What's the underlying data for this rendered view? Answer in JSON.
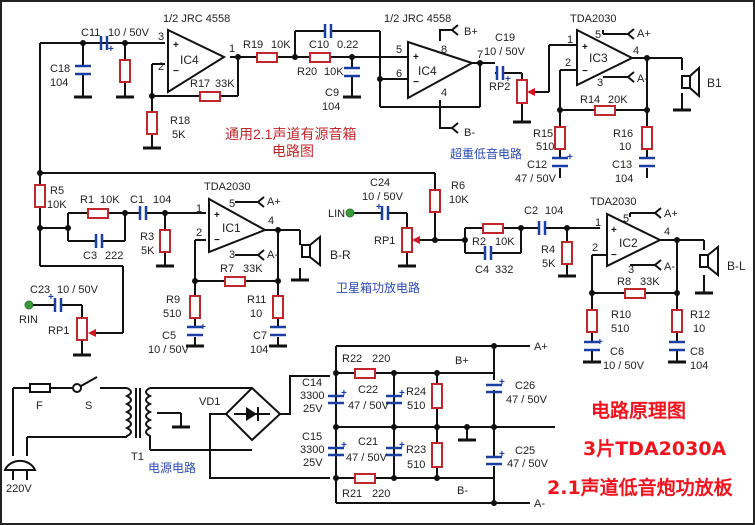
{
  "frame": {
    "border_color": "#222222",
    "background": "#ffffff"
  },
  "colors": {
    "wire": "#111111",
    "resistor": "#c0272d",
    "capacitor": "#1a3fa0",
    "annotation_red": "#c0272d",
    "annotation_blue": "#2b4bb0",
    "title_red": "#f0141e",
    "input_terminal": "#3a9a3a"
  },
  "title": {
    "line1": "电路原理图",
    "line2": "3片TDA2030A",
    "line3": "2.1声道低音炮功放板"
  },
  "section_labels": {
    "general": "通用2.1声道有源音箱",
    "general_line2": "电路图",
    "subwoofer": "超重低音电路",
    "satellite": "卫星箱功放电路",
    "power": "电源电路"
  },
  "ics": {
    "ic4a": {
      "name": "IC4",
      "part": "1/2 JRC 4558",
      "pins": [
        "3",
        "2",
        "1"
      ]
    },
    "ic4b": {
      "name": "IC4",
      "part": "1/2 JRC 4558",
      "pins": [
        "5",
        "6",
        "7",
        "8",
        "4"
      ]
    },
    "ic3": {
      "name": "IC3",
      "part": "TDA2030",
      "pins": [
        "1",
        "2",
        "4",
        "5",
        "3"
      ]
    },
    "ic1": {
      "name": "IC1",
      "part": "TDA2030",
      "pins": [
        "1",
        "2",
        "4",
        "5",
        "3"
      ]
    },
    "ic2": {
      "name": "IC2",
      "part": "TDA2030",
      "pins": [
        "1",
        "2",
        "4",
        "5",
        "3"
      ]
    }
  },
  "rails": {
    "a_plus": "A+",
    "a_minus": "A-",
    "b_plus": "B+",
    "b_minus": "B-"
  },
  "components": {
    "C11": {
      "ref": "C11",
      "value": "10 / 50V"
    },
    "C18": {
      "ref": "C18",
      "value": "104"
    },
    "R17": {
      "ref": "R17",
      "value": "33K"
    },
    "R18": {
      "ref": "R18",
      "value": "5K"
    },
    "R19": {
      "ref": "R19",
      "value": "10K"
    },
    "C10": {
      "ref": "C10",
      "value": "0.22"
    },
    "R20": {
      "ref": "R20",
      "value": "10K"
    },
    "C9": {
      "ref": "C9",
      "value": "104"
    },
    "C19": {
      "ref": "C19",
      "value": "10 / 50V"
    },
    "RP2": {
      "ref": "RP2",
      "value": ""
    },
    "R14": {
      "ref": "R14",
      "value": "20K"
    },
    "R15": {
      "ref": "R15",
      "value": "510"
    },
    "R16": {
      "ref": "R16",
      "value": "10"
    },
    "C12": {
      "ref": "C12",
      "value": "47 / 50V"
    },
    "C13": {
      "ref": "C13",
      "value": "104"
    },
    "B1": {
      "ref": "B1",
      "value": ""
    },
    "R5": {
      "ref": "R5",
      "value": "10K"
    },
    "R1": {
      "ref": "R1",
      "value": "10K"
    },
    "C1": {
      "ref": "C1",
      "value": "104"
    },
    "C3": {
      "ref": "C3",
      "value": "222"
    },
    "R3": {
      "ref": "R3",
      "value": "5K"
    },
    "R7": {
      "ref": "R7",
      "value": "33K"
    },
    "R9": {
      "ref": "R9",
      "value": "510"
    },
    "R11": {
      "ref": "R11",
      "value": "10"
    },
    "C5": {
      "ref": "C5",
      "value": "10 / 50V"
    },
    "C7": {
      "ref": "C7",
      "value": "104"
    },
    "BR": {
      "ref": "B-R",
      "value": ""
    },
    "C23": {
      "ref": "C23",
      "value": "10 / 50V"
    },
    "RIN": {
      "ref": "RIN",
      "value": ""
    },
    "RP1a": {
      "ref": "RP1",
      "value": ""
    },
    "C24": {
      "ref": "C24",
      "value": "10 / 50V"
    },
    "LIN": {
      "ref": "LIN",
      "value": ""
    },
    "RP1b": {
      "ref": "RP1",
      "value": ""
    },
    "R6": {
      "ref": "R6",
      "value": "10K"
    },
    "R2": {
      "ref": "R2",
      "value": "10K"
    },
    "C4": {
      "ref": "C4",
      "value": "332"
    },
    "C2": {
      "ref": "C2",
      "value": "104"
    },
    "R4": {
      "ref": "R4",
      "value": "5K"
    },
    "R8": {
      "ref": "R8",
      "value": "33K"
    },
    "R10": {
      "ref": "R10",
      "value": "510"
    },
    "R12": {
      "ref": "R12",
      "value": "10"
    },
    "C6": {
      "ref": "C6",
      "value": "10 / 50V"
    },
    "C8": {
      "ref": "C8",
      "value": "104"
    },
    "BL": {
      "ref": "B-L",
      "value": ""
    },
    "F": {
      "ref": "F",
      "value": ""
    },
    "S": {
      "ref": "S",
      "value": ""
    },
    "T1": {
      "ref": "T1",
      "value": ""
    },
    "VD1": {
      "ref": "VD1",
      "value": ""
    },
    "mains": {
      "ref": "220V",
      "value": ""
    },
    "C14": {
      "ref": "C14",
      "value": "3300",
      "value2": "25V"
    },
    "C15": {
      "ref": "C15",
      "value": "3300",
      "value2": "25V"
    },
    "R22": {
      "ref": "R22",
      "value": "220"
    },
    "R21": {
      "ref": "R21",
      "value": "220"
    },
    "C22": {
      "ref": "C22",
      "value": "47 / 50V"
    },
    "C21": {
      "ref": "C21",
      "value": "47 / 50V"
    },
    "R24": {
      "ref": "R24",
      "value": "510"
    },
    "R23": {
      "ref": "R23",
      "value": "510"
    },
    "C26": {
      "ref": "C26",
      "value": "47 / 50V"
    },
    "C25": {
      "ref": "C25",
      "value": "47 / 50V"
    }
  }
}
